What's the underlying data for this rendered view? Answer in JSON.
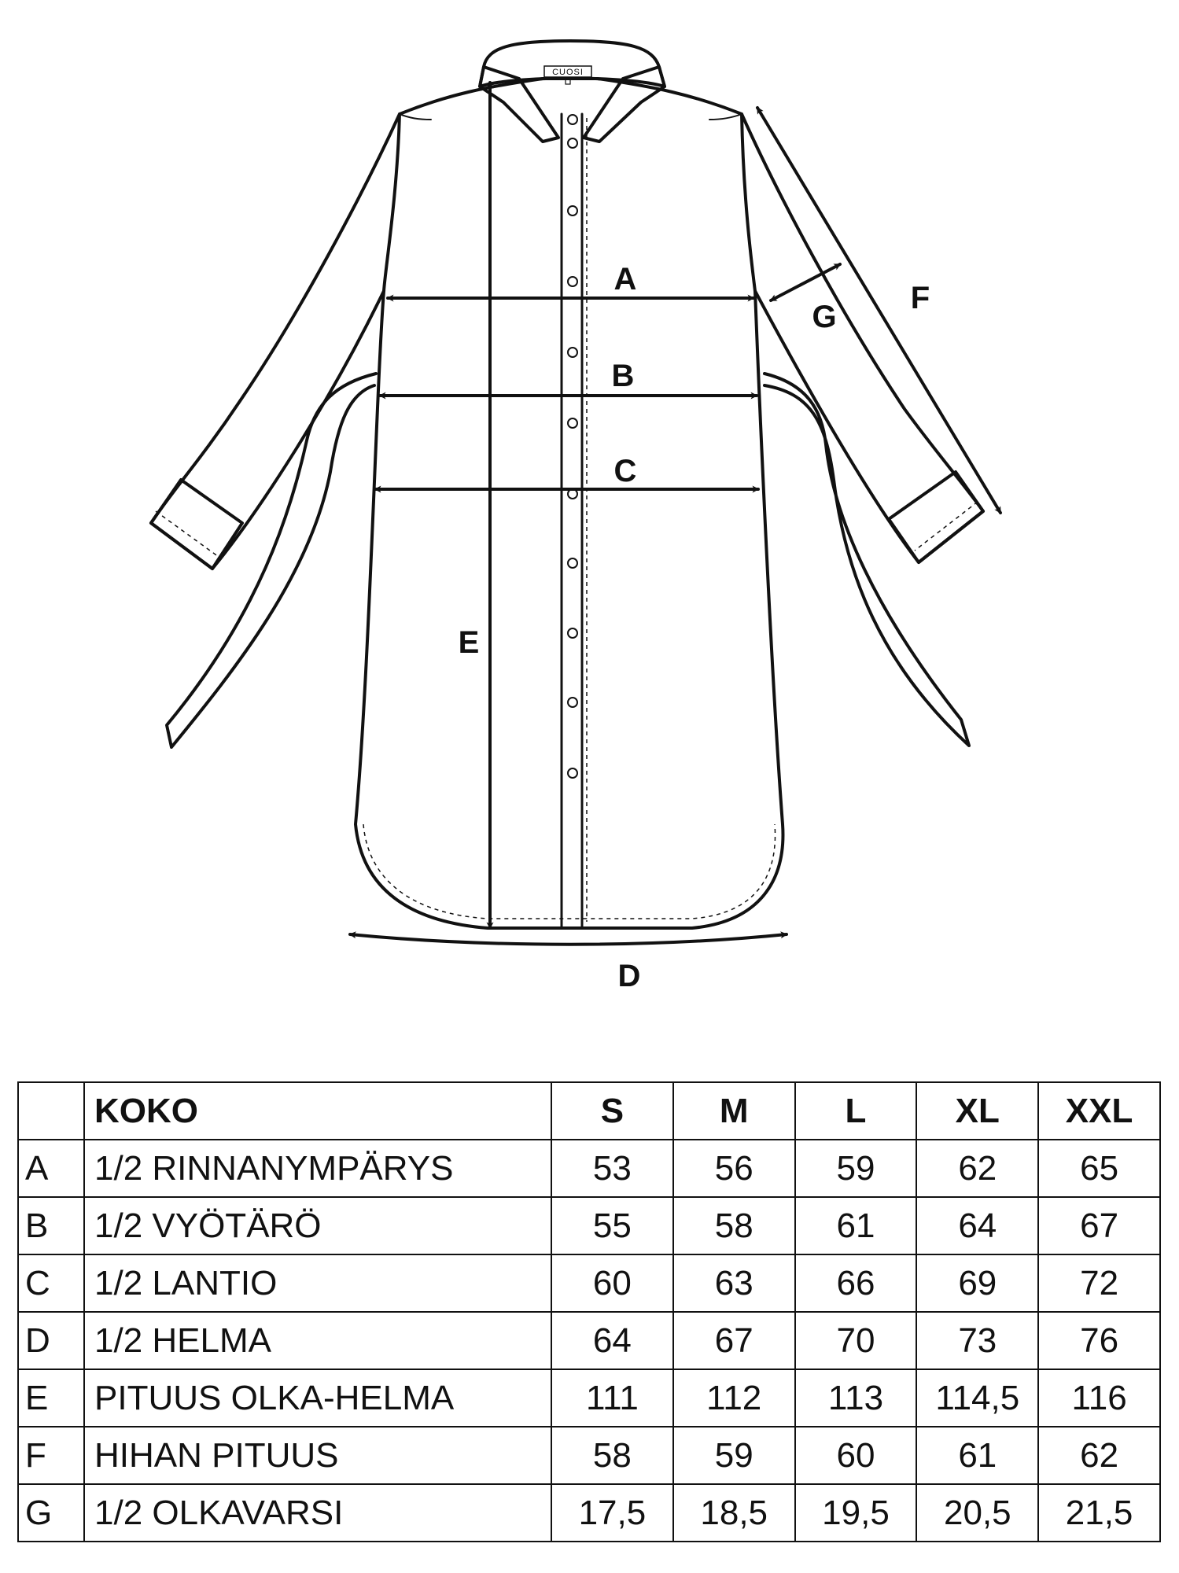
{
  "brand_label": "CUOSI",
  "diagram_labels": {
    "A": "A",
    "B": "B",
    "C": "C",
    "D": "D",
    "E": "E",
    "F": "F",
    "G": "G"
  },
  "table": {
    "header_label": "KOKO",
    "sizes": [
      "S",
      "M",
      "L",
      "XL",
      "XXL"
    ],
    "rows": [
      {
        "code": "A",
        "name": "1/2 RINNANYMPÄRYS",
        "values": [
          "53",
          "56",
          "59",
          "62",
          "65"
        ]
      },
      {
        "code": "B",
        "name": "1/2 VYÖTÄRÖ",
        "values": [
          "55",
          "58",
          "61",
          "64",
          "67"
        ]
      },
      {
        "code": "C",
        "name": "1/2 LANTIO",
        "values": [
          "60",
          "63",
          "66",
          "69",
          "72"
        ]
      },
      {
        "code": "D",
        "name": "1/2 HELMA",
        "values": [
          "64",
          "67",
          "70",
          "73",
          "76"
        ]
      },
      {
        "code": "E",
        "name": "PITUUS OLKA-HELMA",
        "values": [
          "111",
          "112",
          "113",
          "114,5",
          "116"
        ]
      },
      {
        "code": "F",
        "name": "HIHAN PITUUS",
        "values": [
          "58",
          "59",
          "60",
          "61",
          "62"
        ]
      },
      {
        "code": "G",
        "name": "1/2 OLKAVARSI",
        "values": [
          "17,5",
          "18,5",
          "19,5",
          "20,5",
          "21,5"
        ]
      }
    ]
  }
}
